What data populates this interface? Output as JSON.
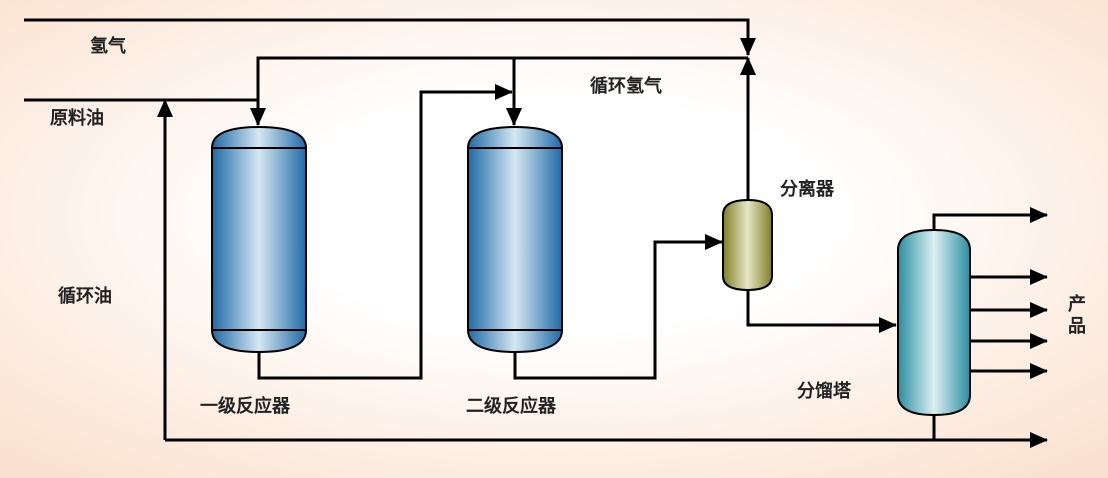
{
  "labels": {
    "hydrogen": "氢气",
    "feed_oil": "原料油",
    "recycle_hydrogen": "循环氢气",
    "recycle_oil": "循环油",
    "reactor_1": "一级反应器",
    "reactor_2": "二级反应器",
    "separator": "分离器",
    "fractionator": "分馏塔",
    "products": "产品"
  },
  "colors": {
    "reactor": "#2f7fb8",
    "separator": "#9a9a3a",
    "fractionator": "#3a9fb0",
    "background_edge": "#fbe2d0"
  }
}
